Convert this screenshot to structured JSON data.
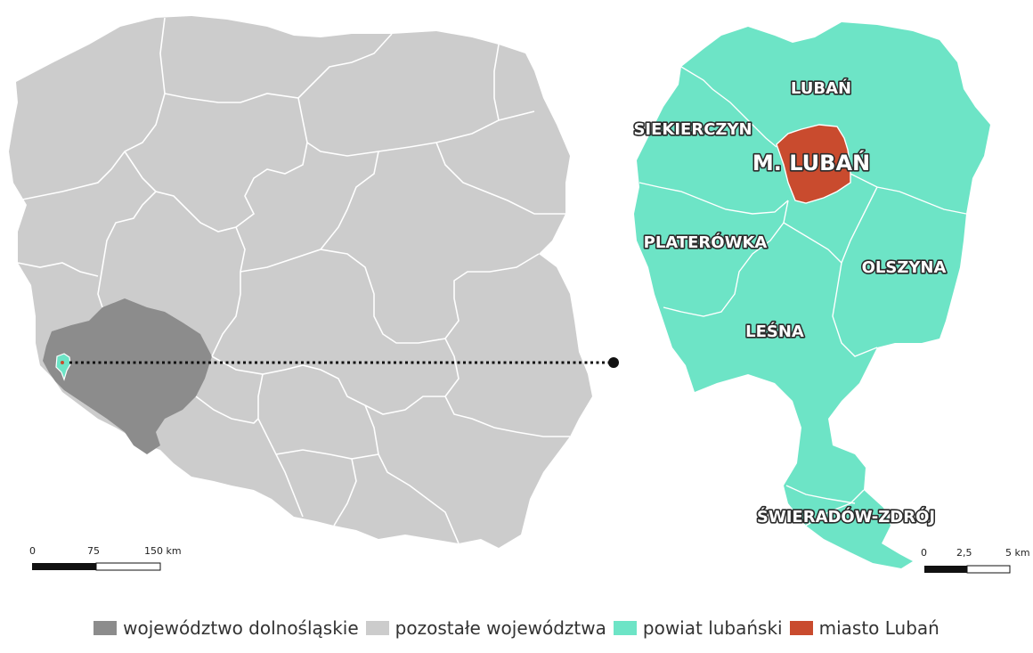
{
  "colors": {
    "dolnoslaskie": "#8c8c8c",
    "other": "#cccccc",
    "powiat": "#6de4c6",
    "miasto": "#c94b2e",
    "border": "#ffffff"
  },
  "poland_scale": {
    "ticks": [
      "0",
      "75",
      "150 km"
    ]
  },
  "powiat_scale": {
    "ticks": [
      "0",
      "2,5",
      "5 km"
    ]
  },
  "gminy": {
    "luban": "LUBAŃ",
    "siekierczyn": "SIEKIERCZYN",
    "m_luban": "M. LUBAŃ",
    "platerowka": "PLATERÓWKA",
    "olszyna": "OLSZYNA",
    "lesna": "LEŚNA",
    "swieradow": "ŚWIERADÓW-ZDRÓJ"
  },
  "legend": [
    {
      "key": "dolnoslaskie",
      "label": "województwo dolnośląskie"
    },
    {
      "key": "other",
      "label": "pozostałe województwa"
    },
    {
      "key": "powiat",
      "label": "powiat lubański"
    },
    {
      "key": "miasto",
      "label": "miasto Lubań"
    }
  ]
}
